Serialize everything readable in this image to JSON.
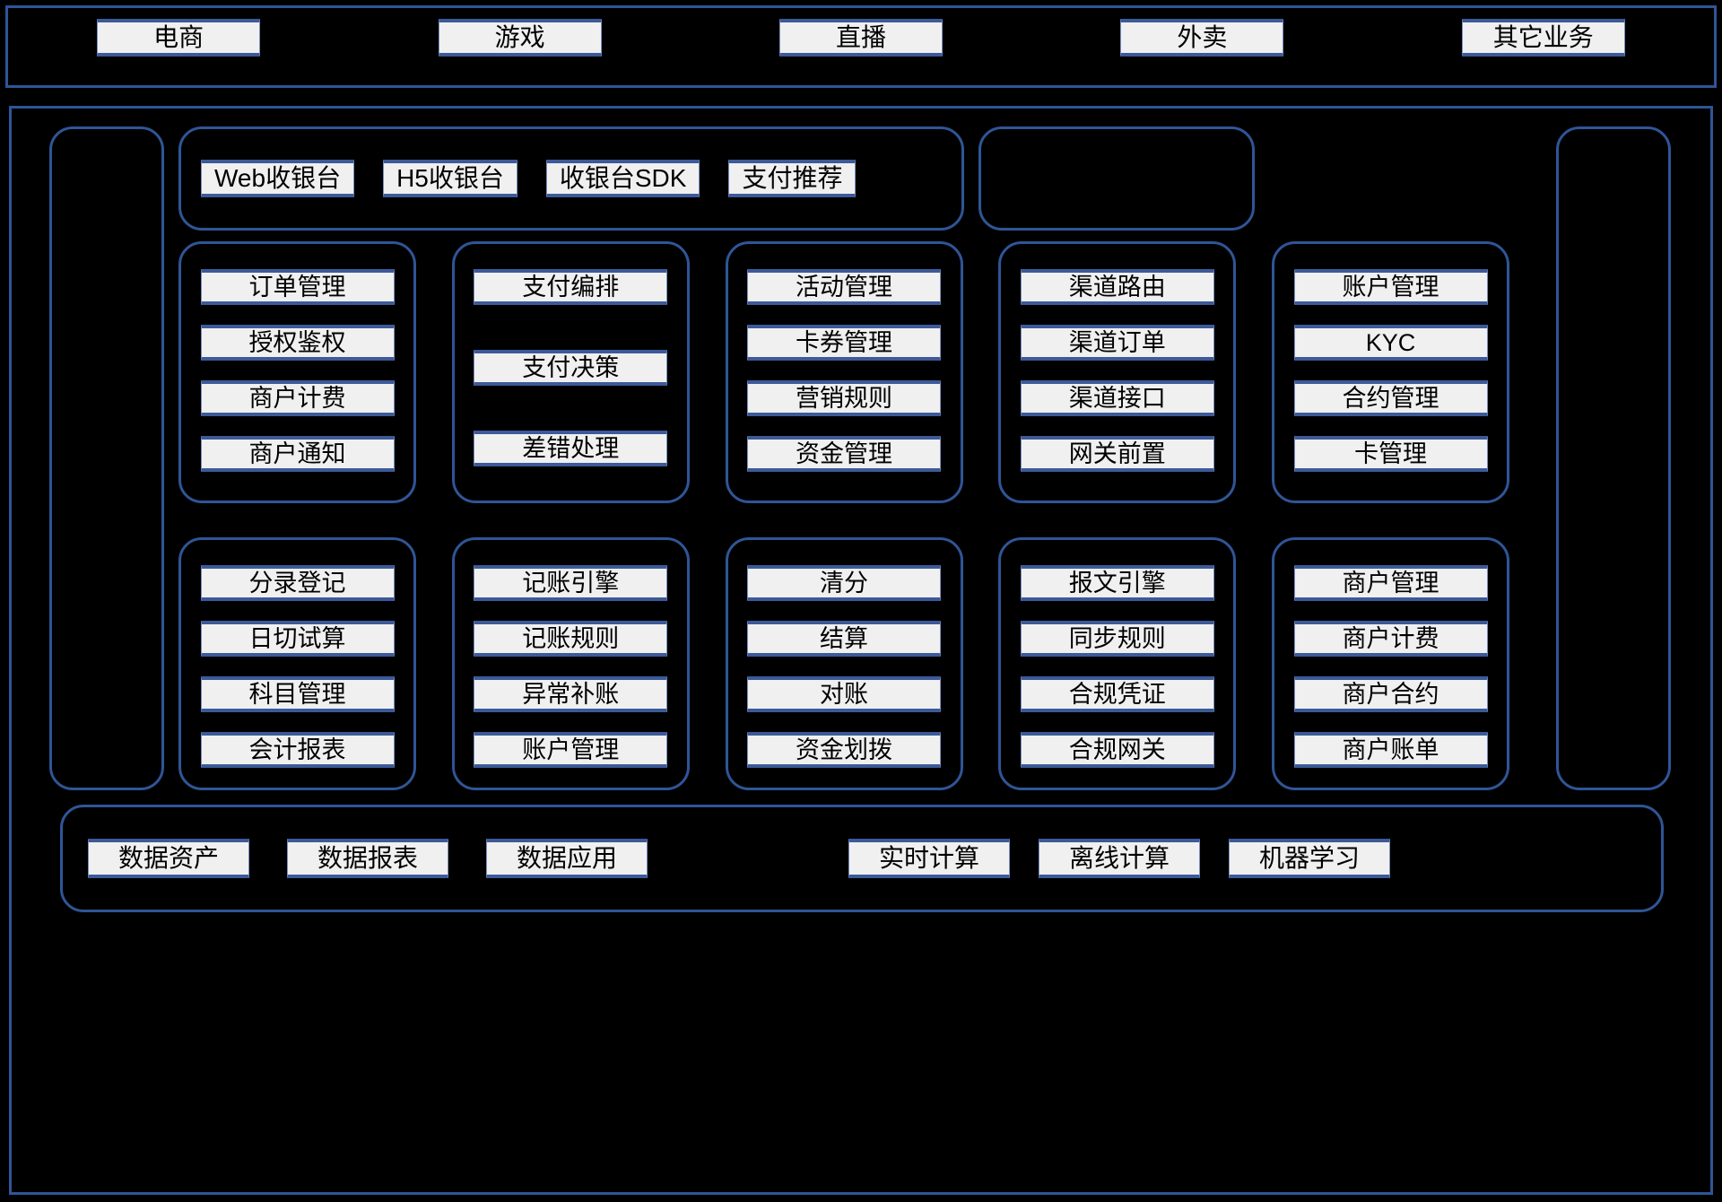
{
  "business_layer": {
    "name": "business-layer",
    "items": [
      {
        "label": "电商"
      },
      {
        "label": "游戏"
      },
      {
        "label": "直播"
      },
      {
        "label": "外卖"
      },
      {
        "label": "其它业务"
      }
    ]
  },
  "platform_layer": {
    "name": "payment-platform-layer",
    "cashier": {
      "name": "cashier-group",
      "items": [
        {
          "label": "Web收银台"
        },
        {
          "label": "H5收银台"
        },
        {
          "label": "收银台SDK"
        },
        {
          "label": "支付推荐"
        }
      ]
    },
    "cashier_blank": {
      "label": ""
    },
    "side_left": {
      "label": ""
    },
    "side_right": {
      "label": ""
    },
    "row1": [
      {
        "name": "transaction-group",
        "items": [
          {
            "label": "订单管理"
          },
          {
            "label": "授权鉴权"
          },
          {
            "label": "商户计费"
          },
          {
            "label": "商户通知"
          }
        ]
      },
      {
        "name": "payment-orchestration-group",
        "sparse": true,
        "items": [
          {
            "label": "支付编排"
          },
          {
            "label": "支付决策"
          },
          {
            "label": "差错处理"
          }
        ]
      },
      {
        "name": "marketing-group",
        "items": [
          {
            "label": "活动管理"
          },
          {
            "label": "卡券管理"
          },
          {
            "label": "营销规则"
          },
          {
            "label": "资金管理"
          }
        ]
      },
      {
        "name": "channel-group",
        "items": [
          {
            "label": "渠道路由"
          },
          {
            "label": "渠道订单"
          },
          {
            "label": "渠道接口"
          },
          {
            "label": "网关前置"
          }
        ]
      },
      {
        "name": "account-group",
        "items": [
          {
            "label": "账户管理"
          },
          {
            "label": "KYC"
          },
          {
            "label": "合约管理"
          },
          {
            "label": "卡管理"
          }
        ]
      }
    ],
    "row2": [
      {
        "name": "accounting-entry-group",
        "items": [
          {
            "label": "分录登记"
          },
          {
            "label": "日切试算"
          },
          {
            "label": "科目管理"
          },
          {
            "label": "会计报表"
          }
        ]
      },
      {
        "name": "bookkeeping-group",
        "items": [
          {
            "label": "记账引擎"
          },
          {
            "label": "记账规则"
          },
          {
            "label": "异常补账"
          },
          {
            "label": "账户管理"
          }
        ]
      },
      {
        "name": "clearing-settlement-group",
        "items": [
          {
            "label": "清分"
          },
          {
            "label": "结算"
          },
          {
            "label": "对账"
          },
          {
            "label": "资金划拨"
          }
        ]
      },
      {
        "name": "compliance-group",
        "items": [
          {
            "label": "报文引擎"
          },
          {
            "label": "同步规则"
          },
          {
            "label": "合规凭证"
          },
          {
            "label": "合规网关"
          }
        ]
      },
      {
        "name": "merchant-group",
        "items": [
          {
            "label": "商户管理"
          },
          {
            "label": "商户计费"
          },
          {
            "label": "商户合约"
          },
          {
            "label": "商户账单"
          }
        ]
      }
    ],
    "data_layer": {
      "name": "data-layer-group",
      "left_items": [
        {
          "label": "数据资产"
        },
        {
          "label": "数据报表"
        },
        {
          "label": "数据应用"
        }
      ],
      "right_items": [
        {
          "label": "实时计算"
        },
        {
          "label": "离线计算"
        },
        {
          "label": "机器学习"
        }
      ]
    }
  },
  "theme": {
    "background": "#000000",
    "border_blue": "#2f5597",
    "chip_accent": "#3c5a99",
    "chip_fill": "#f0f0f0",
    "text": "#000000"
  }
}
